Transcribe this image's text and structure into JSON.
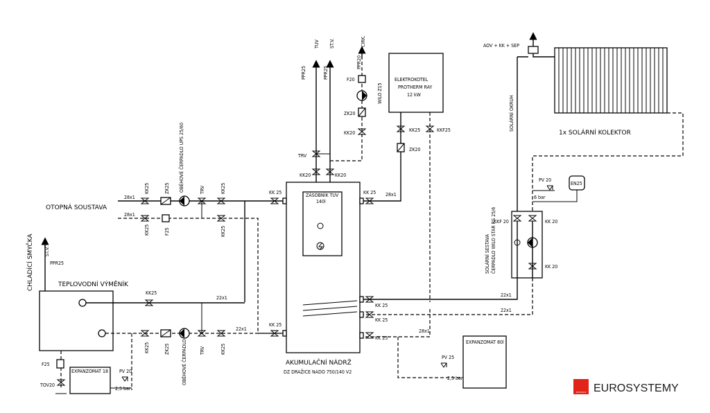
{
  "labels": {
    "otopna": "OTOPNÁ SOUSTAVA",
    "chladici": "CHLADÍCÍ SMYČKA",
    "vymenik": "TEPLOVODNÍ VÝMĚNÍK",
    "ppr25": "PPR25",
    "stv": "ST.V.",
    "tuv": "TUV",
    "cirk": "CIRK.",
    "ppr20": "PPR20",
    "f20": "F20",
    "f25": "F25",
    "wilo_z15": "WILO Z15",
    "zk20": "ZK20",
    "zk25": "ZK25",
    "kk20": "KK20",
    "kk25": "KK25",
    "kk_25": "KK 25",
    "kk_20": "KK 20",
    "kkf20": "KKF 20",
    "kkf25": "KKF25",
    "trv": "TRV",
    "x28": "28x1",
    "x22": "22x1",
    "cerpadlo_ups": "OBĚHOVÉ ČERPADLO UPS 25/60",
    "cerpadlo": "OBĚHOVÉ ČERPADLO",
    "elektrokotel": "ELEKTROKOTEL",
    "protherm": "PROTHERM RAY",
    "kw": "12 kW",
    "zasobnik": "ZÁSOBNÍK TUV",
    "zasobnik_vol": "140l",
    "akumulacni": "AKUMULAČNÍ NÁDRŽ",
    "akumulacni_sub": "DZ DRAŽICE  NADO 750/140  V2",
    "expanzomat18": "EXPANZOMAT 18 l",
    "expanzomat80": "EXPANZOMAT 80l",
    "pv20": "PV 20",
    "pv25": "PV 25",
    "bar25": "2,5 bar",
    "bar6": "6 bar",
    "tov20": "TOV20",
    "en25": "EN25",
    "aov": "AOV + KK + SEP",
    "solarni_okruh": "SOLÁRNÍ OKRUH",
    "kolektor": "1x  SOLÁRNÍ  KOLEKTOR",
    "sestava1": "SOLÁRNÍ SESTAVA",
    "sestava2": "ČERPADLO WILO STAR RS 25/6",
    "brand": "EUROSYSTEMY"
  },
  "colors": {
    "line": "#000000",
    "brand_red": "#e2231a"
  }
}
